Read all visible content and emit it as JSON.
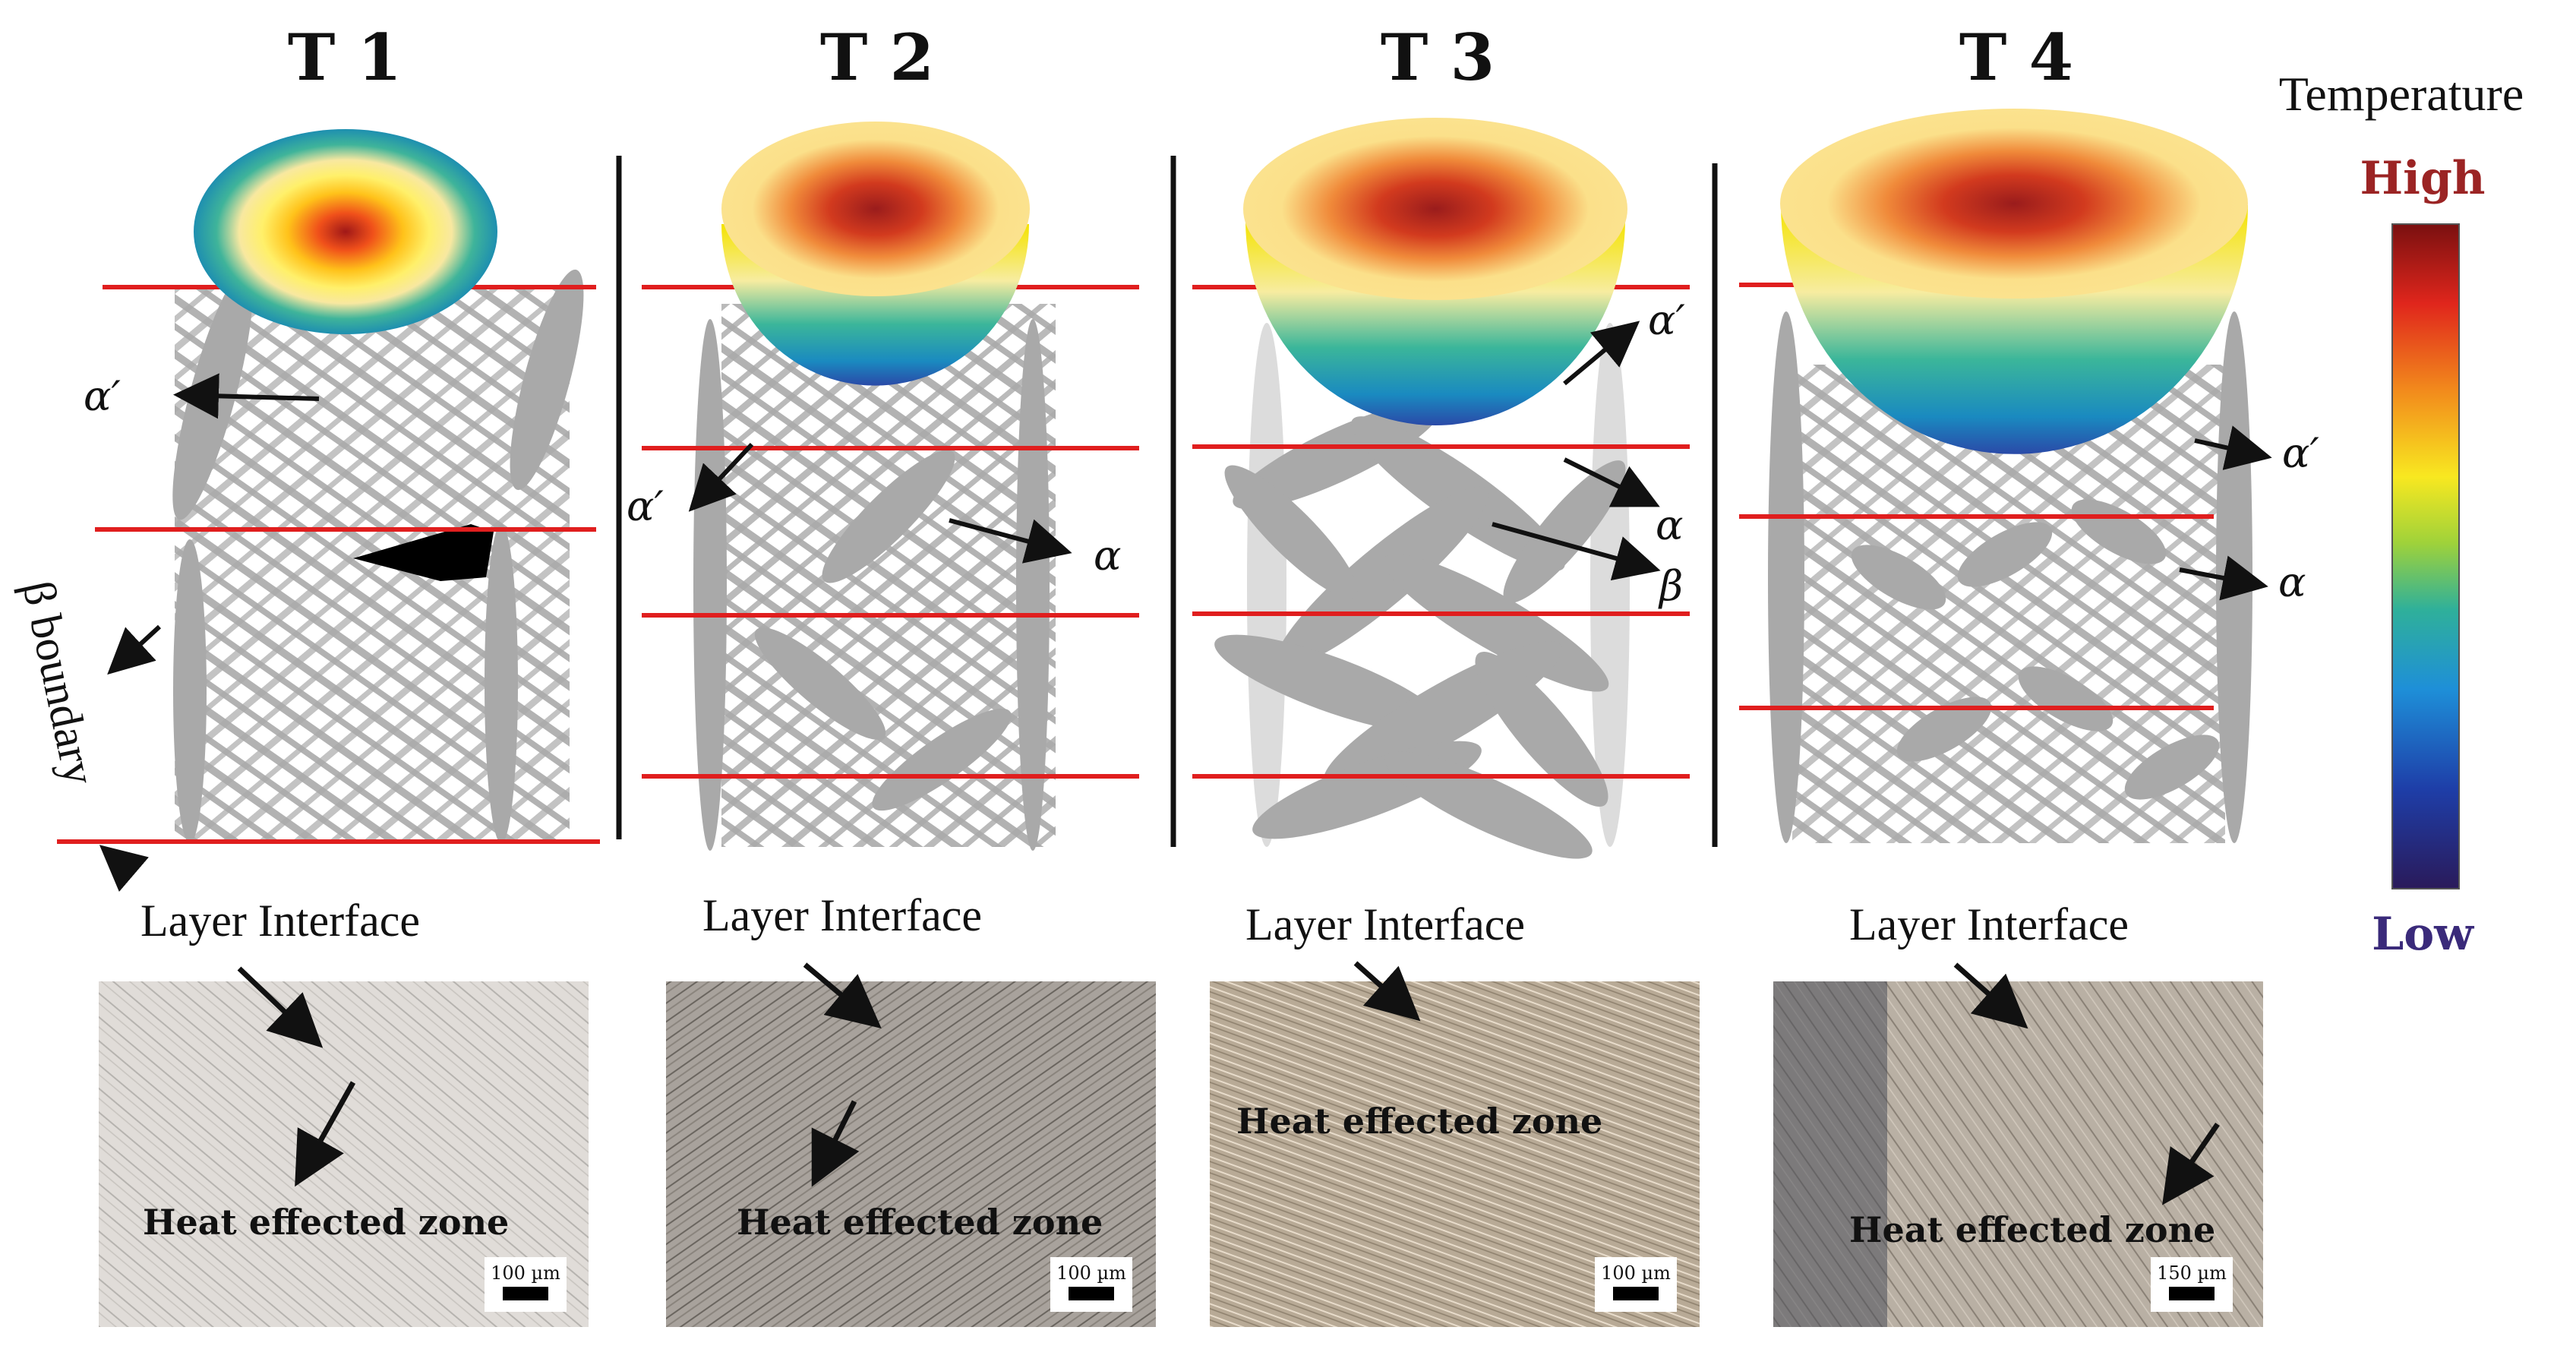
{
  "panels": [
    {
      "title": "T 1",
      "interface_label": "Layer  Interface",
      "haz_label": "Heat effected zone",
      "scale_bar": "100 µm"
    },
    {
      "title": "T 2",
      "interface_label": "Layer  Interface",
      "haz_label": "Heat effected zone",
      "scale_bar": "100 µm"
    },
    {
      "title": "T 3",
      "interface_label": "Layer  Interface",
      "haz_label": "Heat effected zone",
      "scale_bar": "100 µm"
    },
    {
      "title": "T 4",
      "interface_label": "Layer  Interface",
      "haz_label": "Heat effected zone",
      "scale_bar": "150 µm"
    }
  ],
  "phase_labels": {
    "alpha_prime": "α′",
    "alpha": "α",
    "beta": "β",
    "beta_boundary": "β boundary"
  },
  "legend": {
    "title": "Temperature",
    "high": "High",
    "low": "Low",
    "high_color": "#9b2424",
    "low_color": "#3a2a7a"
  },
  "colors": {
    "layer_line": "#e01e1e",
    "grain": "#a9a9a9"
  }
}
